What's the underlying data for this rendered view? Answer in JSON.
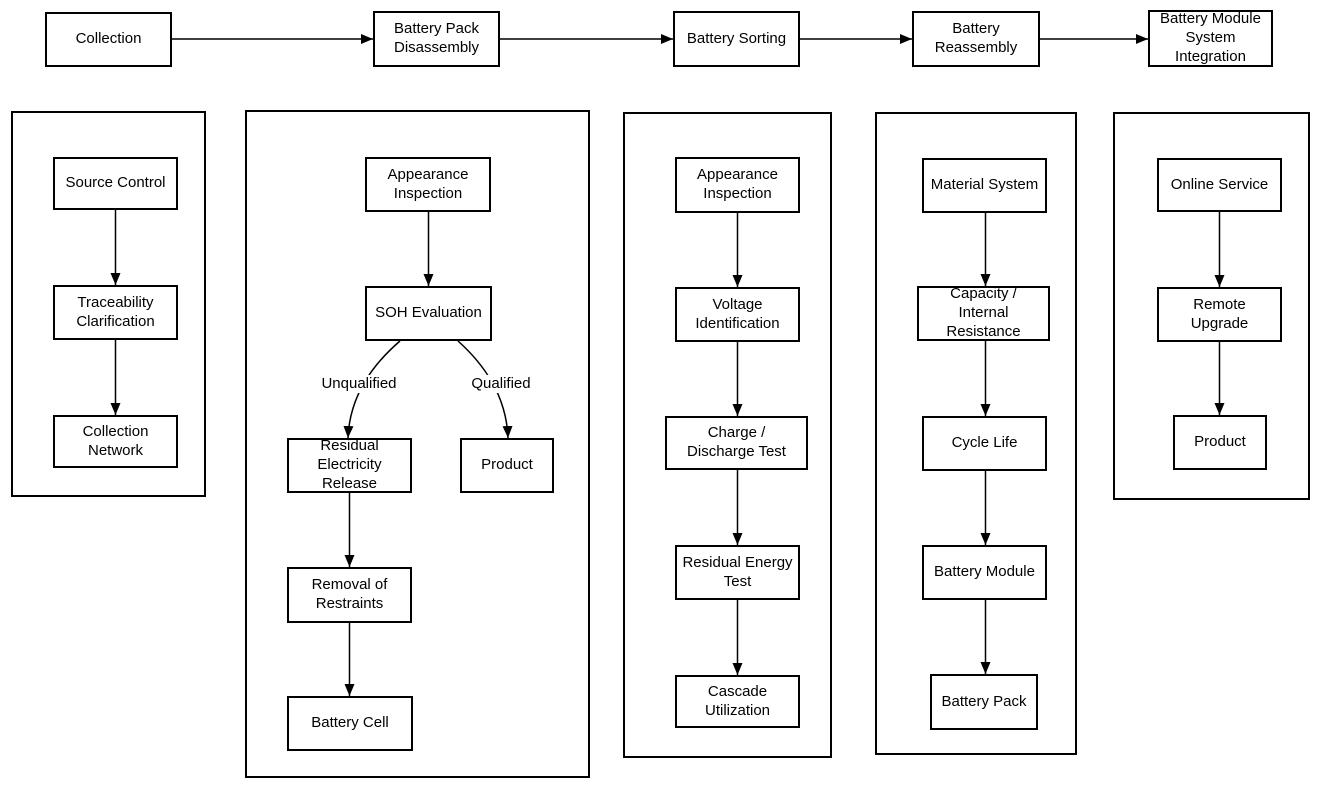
{
  "top_flow": {
    "stages": [
      {
        "label": "Collection"
      },
      {
        "label": "Battery Pack Disassembly"
      },
      {
        "label": "Battery Sorting"
      },
      {
        "label": "Battery Reassembly"
      },
      {
        "label": "Battery Module System Integration"
      }
    ]
  },
  "columns": [
    {
      "name": "collection-detail",
      "nodes": [
        {
          "label": "Source Control"
        },
        {
          "label": "Traceability Clarification"
        },
        {
          "label": "Collection Network"
        }
      ]
    },
    {
      "name": "disassembly-detail",
      "nodes": [
        {
          "label": "Appearance Inspection"
        },
        {
          "label": "SOH Evaluation"
        },
        {
          "label": "Residual Electricity Release"
        },
        {
          "label": "Product"
        },
        {
          "label": "Removal of Restraints"
        },
        {
          "label": "Battery Cell"
        }
      ],
      "branch_labels": {
        "unqualified": "Unqualified",
        "qualified": "Qualified"
      }
    },
    {
      "name": "sorting-detail",
      "nodes": [
        {
          "label": "Appearance Inspection"
        },
        {
          "label": "Voltage Identification"
        },
        {
          "label": "Charge / Discharge Test"
        },
        {
          "label": "Residual Energy Test"
        },
        {
          "label": "Cascade Utilization"
        }
      ]
    },
    {
      "name": "reassembly-detail",
      "nodes": [
        {
          "label": "Material System"
        },
        {
          "label": "Capacity / Internal Resistance"
        },
        {
          "label": "Cycle Life"
        },
        {
          "label": "Battery Module"
        },
        {
          "label": "Battery Pack"
        }
      ]
    },
    {
      "name": "integration-detail",
      "nodes": [
        {
          "label": "Online Service"
        },
        {
          "label": "Remote Upgrade"
        },
        {
          "label": "Product"
        }
      ]
    }
  ],
  "colors": {
    "stroke": "#000000",
    "background": "#ffffff",
    "text": "#000000"
  }
}
